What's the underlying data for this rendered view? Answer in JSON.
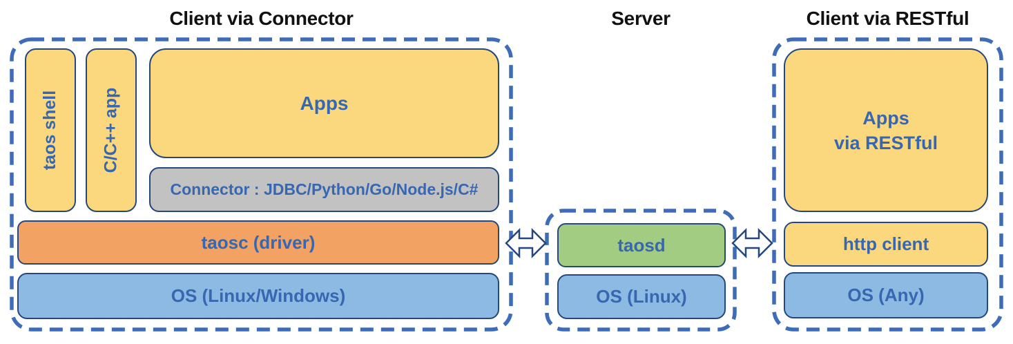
{
  "colors": {
    "dashed_border": "#3E6CB8",
    "box_border": "#24477D",
    "label_blue": "#3767B1",
    "title_black": "#111111",
    "yellow_fill": "#FBD87E",
    "orange_fill": "#F2A263",
    "green_fill": "#A2CC82",
    "blue_fill": "#8CBAE2",
    "gray_fill": "#C2C2C2"
  },
  "sections": {
    "client_connector": {
      "title": "Client via Connector",
      "taos_shell": "taos shell",
      "cpp_app": "C/C++ app",
      "apps": "Apps",
      "connector": "Connector : JDBC/Python/Go/Node.js/C#",
      "taosc": "taosc (driver)",
      "os": "OS (Linux/Windows)"
    },
    "server": {
      "title": "Server",
      "taosd": "taosd",
      "os": "OS (Linux)"
    },
    "client_restful": {
      "title": "Client via RESTful",
      "apps_line1": "Apps",
      "apps_line2": "via RESTful",
      "http_client": "http client",
      "os": "OS (Any)"
    }
  }
}
